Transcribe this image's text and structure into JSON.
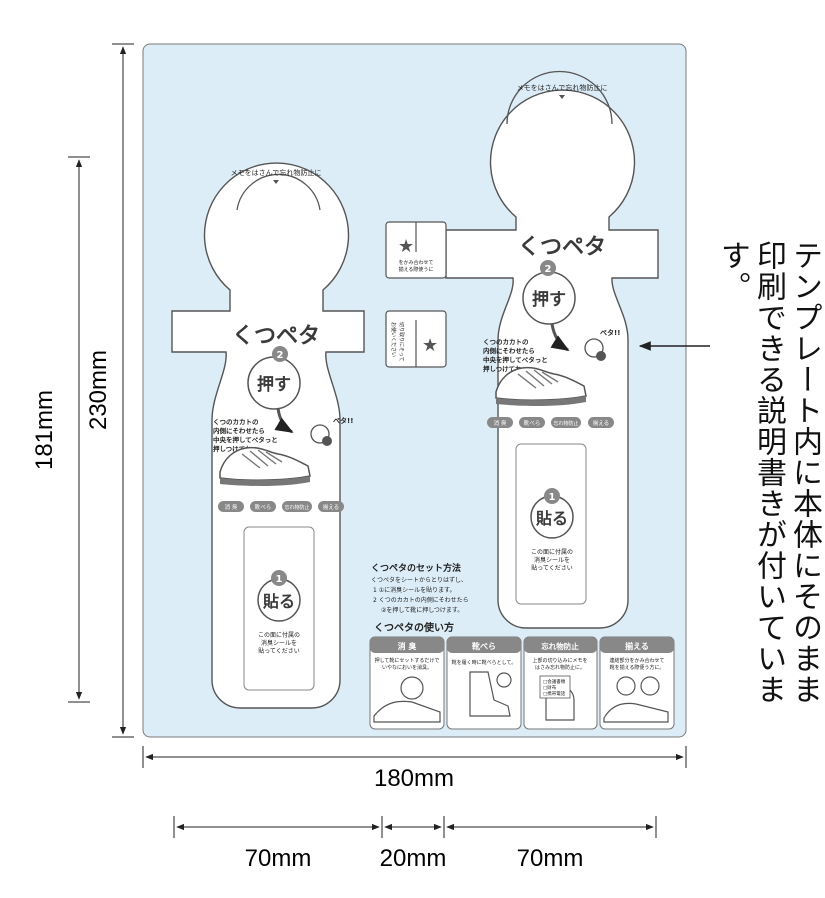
{
  "dimensions": {
    "height_inner": "181mm",
    "height_outer": "230mm",
    "width_total": "180mm",
    "width_left": "70mm",
    "width_gap": "20mm",
    "width_right": "70mm"
  },
  "note": {
    "line1": "テンプレート内に本体にそのまま",
    "line2": "印刷できる説明書きが付いています。"
  },
  "product": {
    "name": "くつペタ",
    "step2_label": "押す",
    "step1_label": "貼る",
    "step2_num": "2",
    "step1_num": "1",
    "peta": "ペタ!!",
    "top_memo": "メモをはさんで忘れ物防止に",
    "push_desc": [
      "くつのカカトの",
      "内側にそわせたら",
      "中央を押してペタっと",
      "押しつけてね"
    ],
    "stick_desc": [
      "この面に付属の",
      "消臭シールを",
      "貼ってください"
    ],
    "features": [
      "消 臭",
      "靴べら",
      "忘れ物防止",
      "揃える"
    ]
  },
  "gap_tabs": {
    "tab1_text": [
      "をかみ合わせて",
      "揃える際使うに"
    ],
    "tab2_text": [
      "切り取りにそって",
      "お使いください"
    ]
  },
  "instructions": {
    "set_title": "くつペタのセット方法",
    "set_lines": [
      "くつペタをシートからとりはずし、",
      "1 ①に消臭シールを貼ります。",
      "2 くつのカカトの内側にそわせたら",
      "②を押して靴に押しつけます。"
    ],
    "usage_title": "くつペタの使い方",
    "usage": [
      {
        "header": "消 臭",
        "text": [
          "押して靴にセットするだけで",
          "いやなにおいを消臭。"
        ]
      },
      {
        "header": "靴べら",
        "text": [
          "靴を履く時に靴べらとして。"
        ]
      },
      {
        "header": "忘れ物防止",
        "text": [
          "上部の切り込みにメモを",
          "はさみ忘れ物防止に。"
        ]
      },
      {
        "header": "揃える",
        "text": [
          "連結部分をかみ合わせて",
          "靴を揃える際便う方に。"
        ]
      }
    ],
    "memo_lines": [
      "□会議書類",
      "□財布",
      "□携帯電話"
    ]
  },
  "colors": {
    "sheet": "#dcedf8",
    "shape": "#ffffff",
    "outline": "#555555",
    "dark": "#3a3a3a",
    "badge": "#888888"
  }
}
